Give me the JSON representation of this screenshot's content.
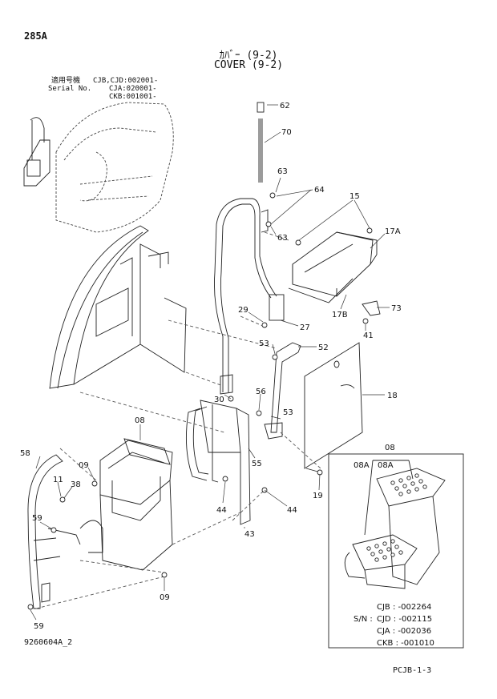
{
  "header": {
    "model": "285A",
    "title_jp": "ｶﾊﾞｰ (9-2)",
    "title_en": "COVER (9-2)"
  },
  "serial_block": {
    "label_jp": "適用号機",
    "label_en": "Serial No.",
    "line1": "CJB,CJD:002001-",
    "line2": "CJA:020001-",
    "line3": "CKB:001001-"
  },
  "callouts": {
    "c62": "62",
    "c70": "70",
    "c63a": "63",
    "c64": "64",
    "c63b": "63",
    "c15": "15",
    "c17A": "17A",
    "c17B": "17B",
    "c73": "73",
    "c29": "29",
    "c27": "27",
    "c41": "41",
    "c53a": "53",
    "c52": "52",
    "c18": "18",
    "c30": "30",
    "c56": "56",
    "c53b": "53",
    "c08a": "08",
    "c55": "55",
    "c09a": "09",
    "c58": "58",
    "c11": "11",
    "c38": "38",
    "c59a": "59",
    "c44a": "44",
    "c44b": "44",
    "c43": "43",
    "c19": "19",
    "c09b": "09",
    "c59b": "59",
    "c08b": "08",
    "c08A1": "08A",
    "c08A2": "08A"
  },
  "inset_serials": {
    "row1": "CJB : -002264",
    "row2_prefix": "S/N :",
    "row2": "CJD : -002115",
    "row3": "CJA : -002036",
    "row4": "CKB : -001010"
  },
  "footer": {
    "drawing_id": "9260604A_2",
    "page_ref": "PCJB-1-3"
  }
}
